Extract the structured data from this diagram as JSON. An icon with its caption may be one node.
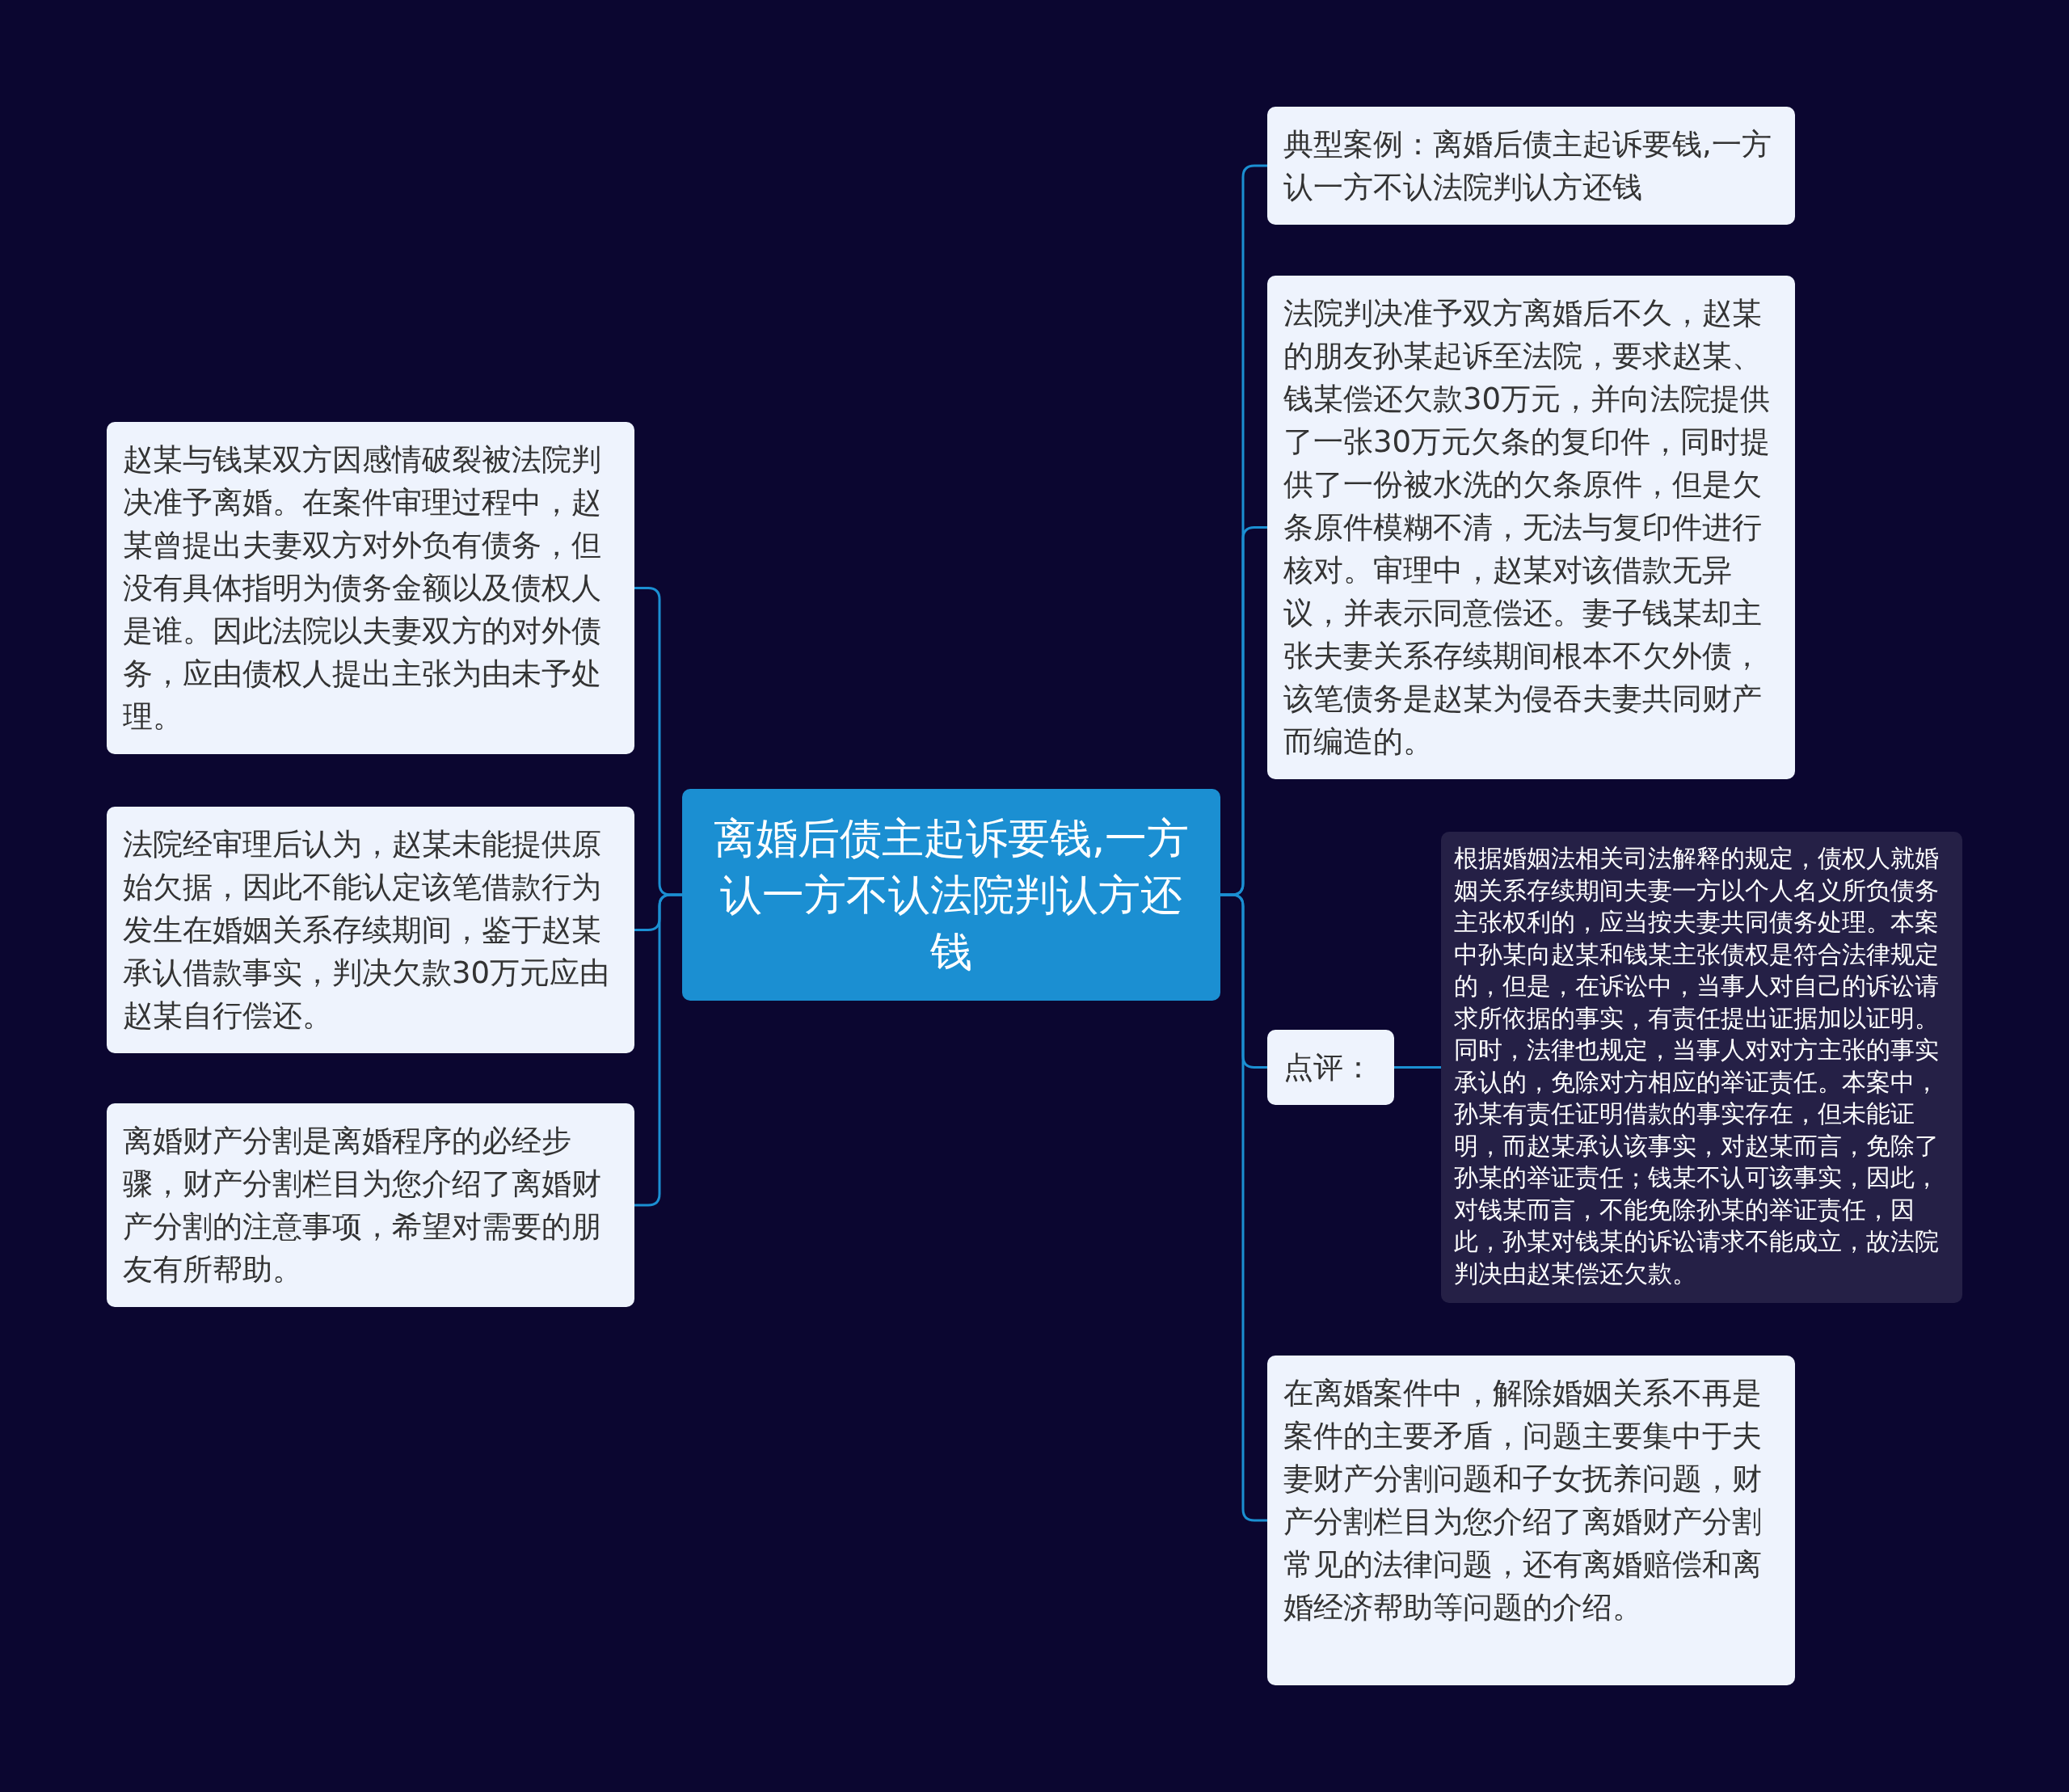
{
  "diagram": {
    "nodes": [
      {
        "text": [
          "离婚后债主起诉要钱,一方认一方不认法院判认方还钱"
        ]
      },
      {
        "text": [
          "赵某与钱某双方因感情破裂被法院判决准予离婚。在案件审理过程中，赵某曾提出夫妻双方对外负有债务，但没有具体指明为债务金额以及债权人是谁。因此法院以夫妻双方的对外债务，应由债权人提出主张为由未予处理。"
        ]
      },
      {
        "text": [
          "法院经审理后认为，赵某未能提供原始欠据，因此不能认定该笔借款行为发生在婚姻关系存续期间，鉴于赵某承认借款事实，判决欠款30万元应由赵某自行偿还。"
        ]
      },
      {
        "text": [
          "离婚财产分割是离婚程序的必经步骤，财产分割栏目为您介绍了离婚财产分割的注意事项，希望对需要的朋友有所帮助。"
        ]
      },
      {
        "text": [
          "典型案例：离婚后债主起诉要钱,一方认一方不认法院判认方还钱"
        ]
      },
      {
        "text": [
          "法院判决准予双方离婚后不久，赵某的朋友孙某起诉至法院，要求赵某、钱某偿还欠款30万元，并向法院提供了一张30万元欠条的复印件，同时提供了一份被水洗的欠条原件，但是欠条原件模糊不清，无法与复印件进行核对。审理中，赵某对该借款无异议，并表示同意偿还。妻子钱某却主张夫妻关系存续期间根本不欠外债，该笔债务是赵某为侵吞夫妻共同财产而编造的。"
        ]
      },
      {
        "text": [
          "点评："
        ]
      },
      {
        "text": [
          "根据婚姻法相关司法解释的规定，债权人就婚姻关系存续期间夫妻一方以个人名义所负债务主张权利的，应当按夫妻共同债务处理。本案中孙某向赵某和钱某主张债权是符合法律规定的，但是，在诉讼中，当事人对自己的诉讼请求所依据的事实，有责任提出证据加以证明。同时，法律也规定，当事人对对方主张的事实承认的，免除对方相应的举证责任。本案中，孙某有责任证明借款的事实存在，但未能证明，而赵某承认该事实，对赵某而言，免除了孙某的举证责任；钱某不认可该事实，因此，对钱某而言，不能免除孙某的举证责任，因此，孙某对钱某的诉讼请求不能成立，故法院判决由赵某偿还欠款。"
        ]
      },
      {
        "text": [
          "在离婚案件中，解除婚姻关系不再是案件的主要矛盾，问题主要集中于夫妻财产分割问题和子女抚养问题，财产分割栏目为您介绍了离婚财产分割常见的法律问题，还有离婚赔偿和离婚经济帮助等问题的介绍。"
        ]
      }
    ],
    "edges": [
      {
        "from": 0,
        "to": 1,
        "arrow": "none"
      },
      {
        "from": 0,
        "to": 2,
        "arrow": "none"
      },
      {
        "from": 0,
        "to": 3,
        "arrow": "none"
      },
      {
        "from": 0,
        "to": 4,
        "arrow": "none"
      },
      {
        "from": 0,
        "to": 5,
        "arrow": "none"
      },
      {
        "from": 0,
        "to": 6,
        "arrow": "none"
      },
      {
        "from": 0,
        "to": 8,
        "arrow": "none"
      },
      {
        "from": 6,
        "to": 7,
        "arrow": "none"
      }
    ]
  }
}
